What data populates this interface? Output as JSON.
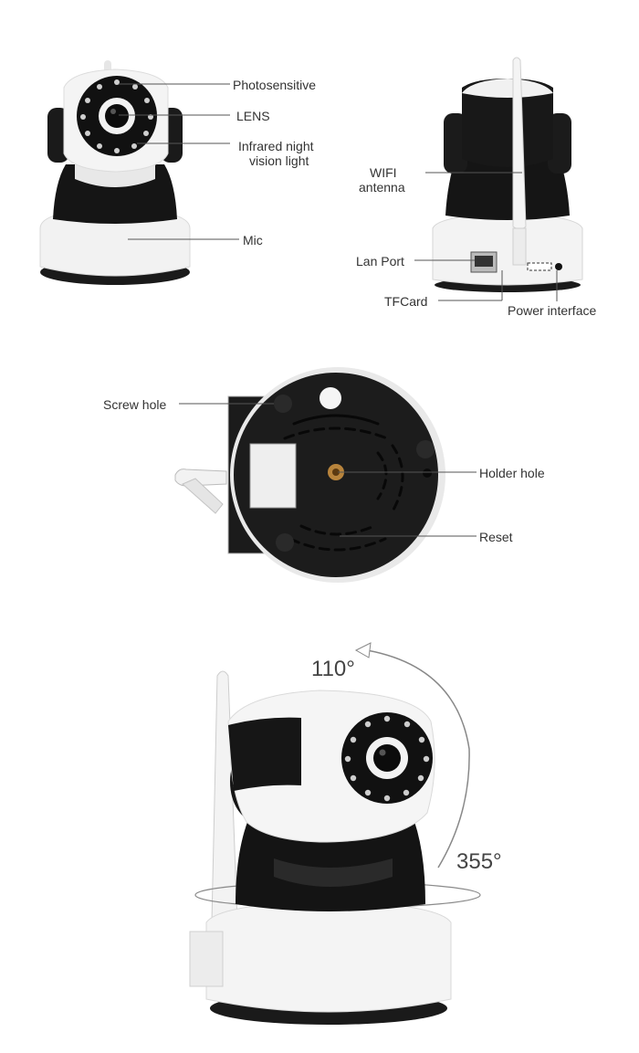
{
  "front_view": {
    "photosensitive": "Photosensitive",
    "lens": "LENS",
    "infrared_line1": "Infrared night",
    "infrared_line2": "vision light",
    "mic": "Mic"
  },
  "back_view": {
    "wifi_line1": "WIFI",
    "wifi_line2": "antenna",
    "lan_port": "Lan Port",
    "tf_card": "TFCard",
    "power_interface": "Power interface"
  },
  "bottom_view": {
    "screw_hole": "Screw hole",
    "holder_hole": "Holder hole",
    "reset": "Reset"
  },
  "rotation_view": {
    "tilt_angle": "110°",
    "pan_angle": "355°"
  },
  "colors": {
    "camera_white": "#f4f4f4",
    "camera_black": "#151515",
    "label_text": "#333333",
    "leader_line": "#555555"
  }
}
